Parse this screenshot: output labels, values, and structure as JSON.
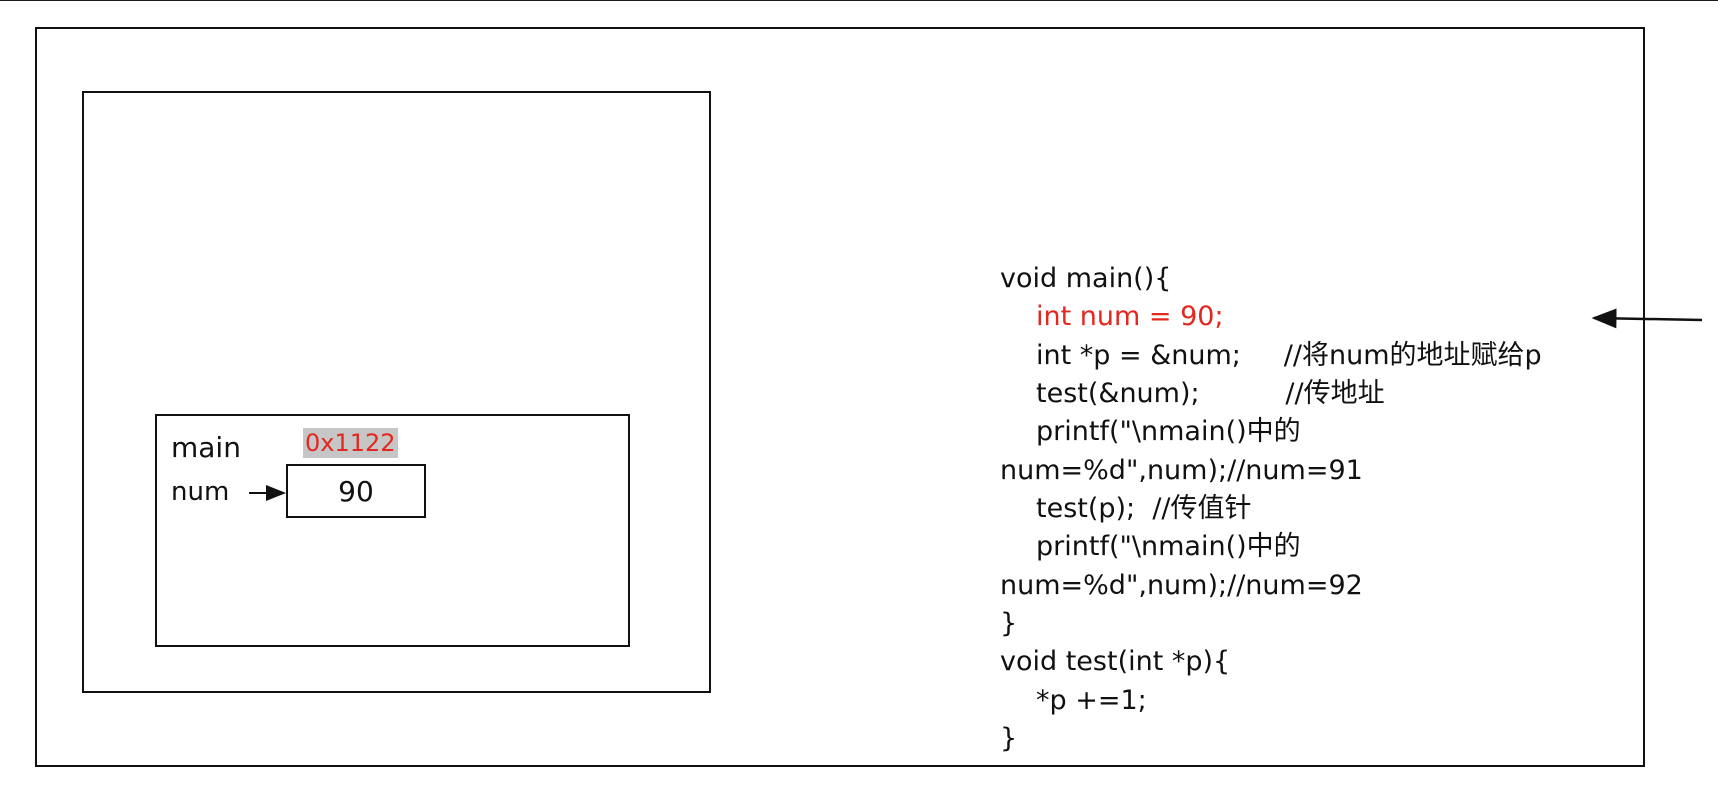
{
  "diagram": {
    "stack_frame": {
      "name": "main",
      "address": "0x1122",
      "variable": {
        "name": "num",
        "value": "90"
      }
    }
  },
  "code": {
    "lines": [
      "void main(){",
      "int num = 90;",
      "int *p = &num;     //将num的地址赋给p",
      "test(&num);          //传地址",
      "printf(\"\\nmain()中的",
      "num=%d\",num);//num=91",
      "test(p);  //传值针",
      "printf(\"\\nmain()中的",
      "num=%d\",num);//num=92",
      "}",
      "void test(int *p){",
      "*p +=1;",
      "}"
    ],
    "highlighted_line_index": 1,
    "highlight_color": "#e3281f"
  }
}
